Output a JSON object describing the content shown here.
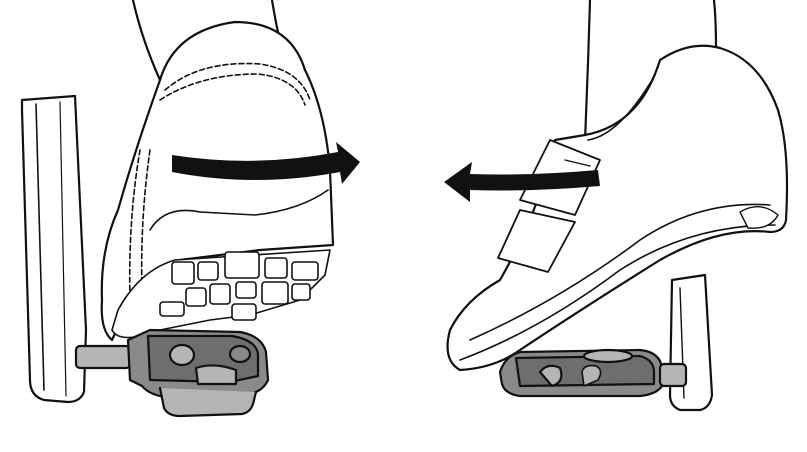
{
  "figure": {
    "panels": [
      {
        "id": "left",
        "arrow_direction": "right",
        "crank_side": "left"
      },
      {
        "id": "right",
        "arrow_direction": "left",
        "crank_side": "right"
      }
    ],
    "colors": {
      "line": "#111111",
      "pedal_dark": "#6e6e6e",
      "pedal_mid": "#8a8a8a",
      "pedal_light": "#b5b5b5",
      "shoe": "#ffffff",
      "arrow": "#111111"
    },
    "icons": [
      "arrow-right-icon",
      "arrow-left-icon",
      "pedal-icon",
      "cycling-shoe-icon",
      "crank-arm-icon"
    ]
  }
}
